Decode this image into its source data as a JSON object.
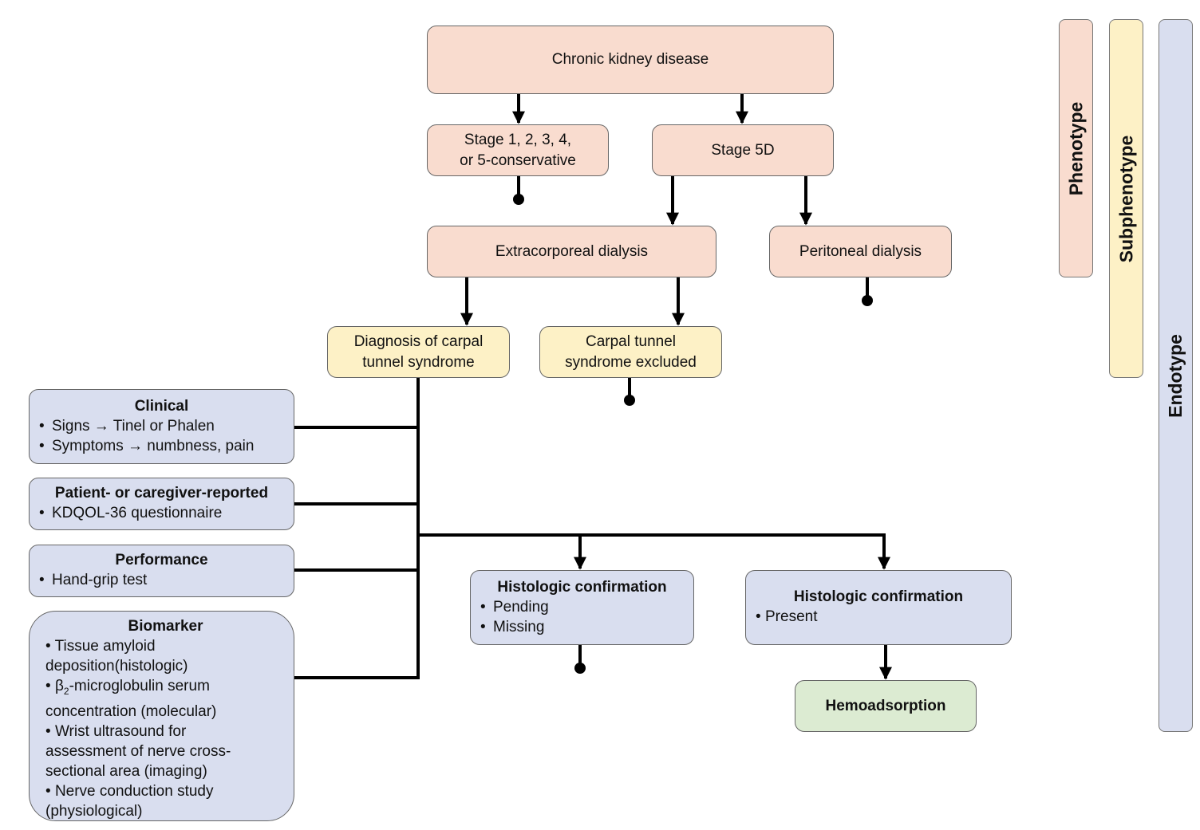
{
  "phenotype": {
    "ckd": "Chronic kidney disease",
    "stage_conservative_line1": "Stage 1, 2, 3, 4,",
    "stage_conservative_line2": "or 5-conservative",
    "stage_5d": "Stage 5D",
    "extracorporeal": "Extracorporeal dialysis",
    "peritoneal": "Peritoneal dialysis"
  },
  "subphenotype": {
    "cts_diagnosis_line1": "Diagnosis of carpal",
    "cts_diagnosis_line2": "tunnel syndrome",
    "cts_excluded_line1": "Carpal tunnel",
    "cts_excluded_line2": "syndrome excluded"
  },
  "endotype_boxes": {
    "clinical": {
      "title": "Clinical",
      "items": [
        "Signs → Tinel or Phalen",
        "Symptoms → numbness, pain"
      ]
    },
    "patient_reported": {
      "title": "Patient- or caregiver-reported",
      "items": [
        "KDQOL-36 questionnaire"
      ]
    },
    "performance": {
      "title": "Performance",
      "items": [
        "Hand-grip test"
      ]
    },
    "biomarker": {
      "title": "Biomarker",
      "item1_line1": "Tissue amyloid",
      "item1_line2": "deposition(histologic)",
      "item2_symbol": "β",
      "item2_sub": "2",
      "item2_line1_rest": "-microglobulin serum",
      "item2_line2": "concentration (molecular)",
      "item3_line1": "Wrist ultrasound for",
      "item3_line2": "assessment of nerve cross-",
      "item3_line3": "sectional area (imaging)",
      "item4_line1": "Nerve conduction study",
      "item4_line2": "(physiological)"
    },
    "histo_pending": {
      "title": "Histologic confirmation",
      "items": [
        "Pending",
        "Missing"
      ]
    },
    "histo_present": {
      "title": "Histologic confirmation",
      "items": [
        "Present"
      ]
    },
    "hemoadsorption": "Hemoadsorption"
  },
  "side_bars": {
    "phenotype": "Phenotype",
    "subphenotype": "Subphenotype",
    "endotype": "Endotype"
  },
  "bullet_char": "•",
  "colors": {
    "phenotype": "#f9dccf",
    "subphenotype": "#fdf1c6",
    "endotype": "#d9deef",
    "treatment": "#dcebd2"
  }
}
